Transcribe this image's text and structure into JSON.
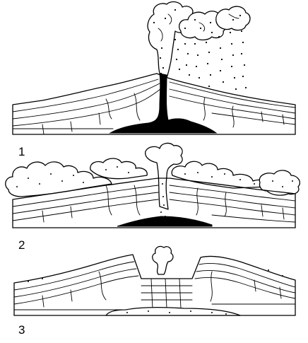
{
  "stages": [
    {
      "label": "1"
    },
    {
      "label": "2"
    },
    {
      "label": "3"
    }
  ]
}
